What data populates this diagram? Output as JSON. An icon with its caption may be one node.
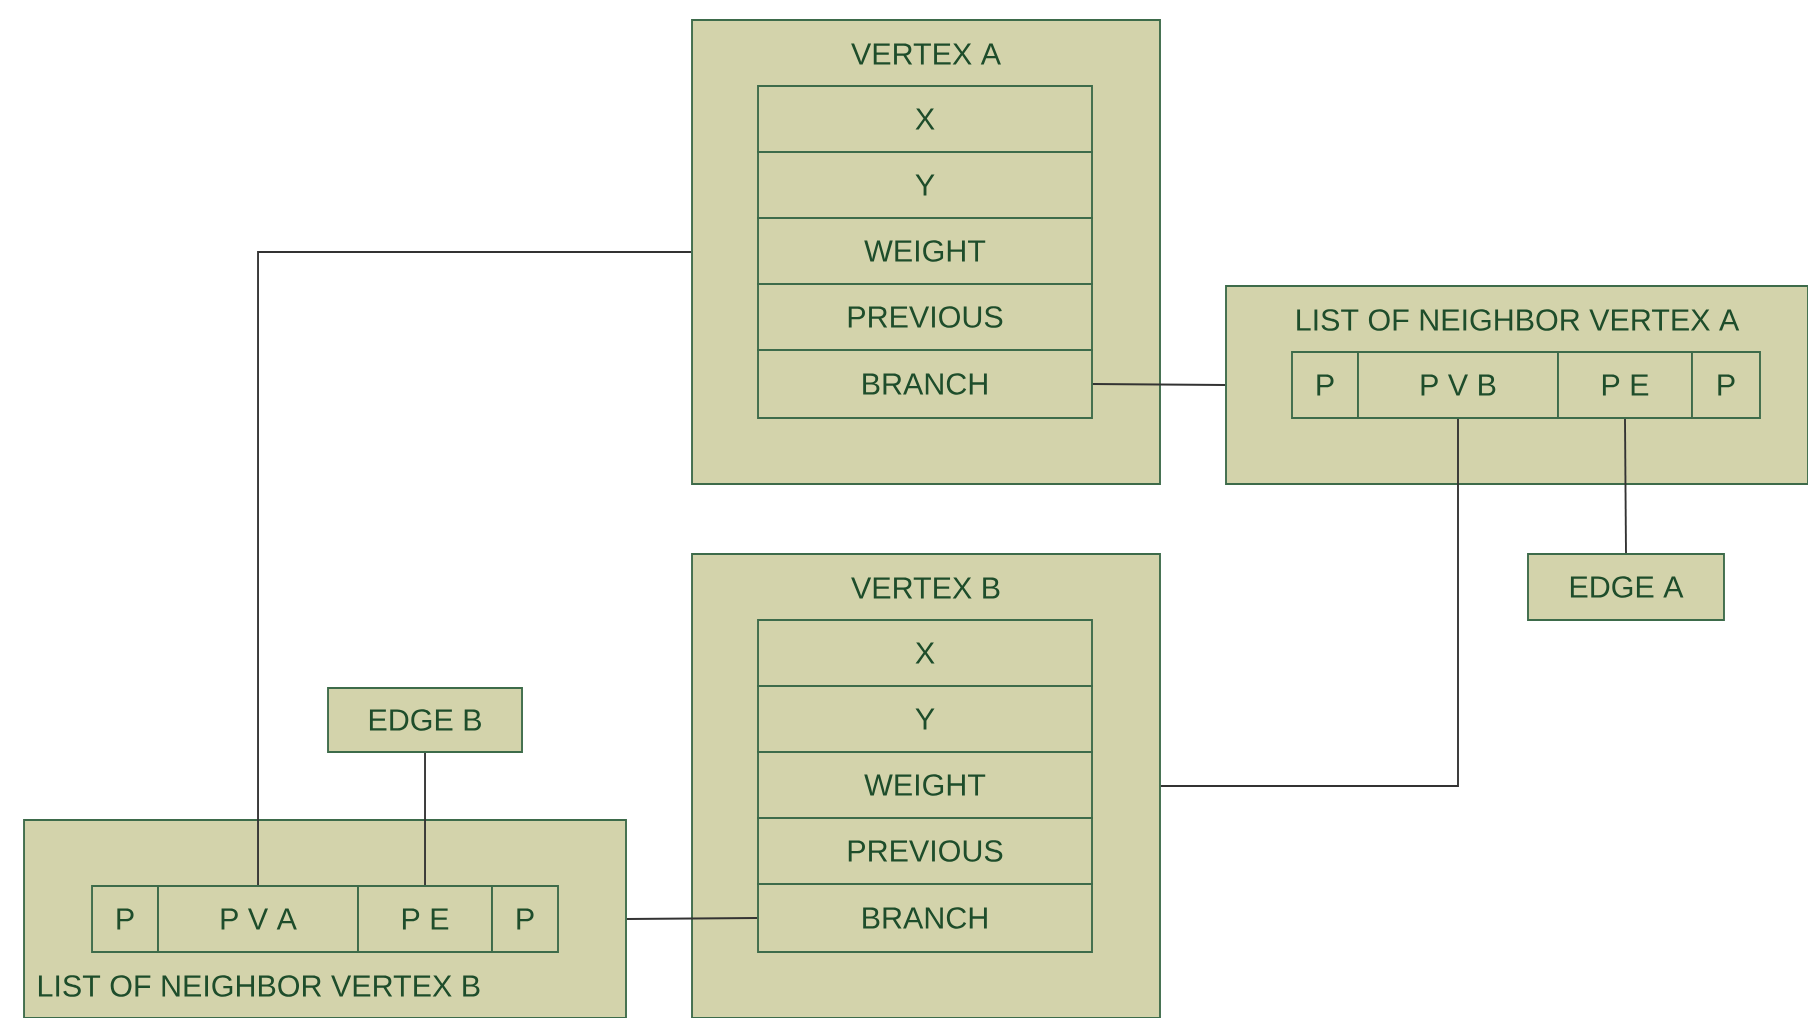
{
  "diagram": {
    "nodes": [
      {
        "text": [
          "VERTEX A"
        ]
      },
      {
        "text": [
          "X"
        ],
        "in": 0
      },
      {
        "text": [
          "Y"
        ],
        "in": 0
      },
      {
        "text": [
          "WEIGHT"
        ],
        "in": 0
      },
      {
        "text": [
          "PREVIOUS"
        ],
        "in": 0
      },
      {
        "text": [
          "BRANCH"
        ],
        "in": 0
      },
      {
        "text": [
          "LIST OF NEIGHBOR VERTEX A"
        ]
      },
      {
        "text": [
          "P"
        ],
        "in": 6
      },
      {
        "text": [
          "P V B"
        ],
        "in": 6
      },
      {
        "text": [
          "P E"
        ],
        "in": 6
      },
      {
        "text": [
          "P"
        ],
        "in": 6
      },
      {
        "text": [
          "EDGE A"
        ]
      },
      {
        "text": [
          "VERTEX B"
        ]
      },
      {
        "text": [
          "X"
        ],
        "in": 12
      },
      {
        "text": [
          "Y"
        ],
        "in": 12
      },
      {
        "text": [
          "WEIGHT"
        ],
        "in": 12
      },
      {
        "text": [
          "PREVIOUS"
        ],
        "in": 12
      },
      {
        "text": [
          "BRANCH"
        ],
        "in": 12
      },
      {
        "text": [
          "EDGE B"
        ]
      },
      {
        "text": [
          "LIST OF NEIGHBOR VERTEX B"
        ]
      },
      {
        "text": [
          "P"
        ],
        "in": 19
      },
      {
        "text": [
          "P V A"
        ],
        "in": 19
      },
      {
        "text": [
          "P E"
        ],
        "in": 19
      },
      {
        "text": [
          "P"
        ],
        "in": 19
      }
    ],
    "edges": [
      {
        "from": 5,
        "to": 6,
        "arrow": "none"
      },
      {
        "from": 8,
        "to": 12,
        "arrow": "none"
      },
      {
        "from": 9,
        "to": 11,
        "arrow": "none"
      },
      {
        "from": 17,
        "to": 19,
        "arrow": "none"
      },
      {
        "from": 21,
        "to": 0,
        "arrow": "none"
      },
      {
        "from": 22,
        "to": 18,
        "arrow": "none"
      }
    ]
  }
}
